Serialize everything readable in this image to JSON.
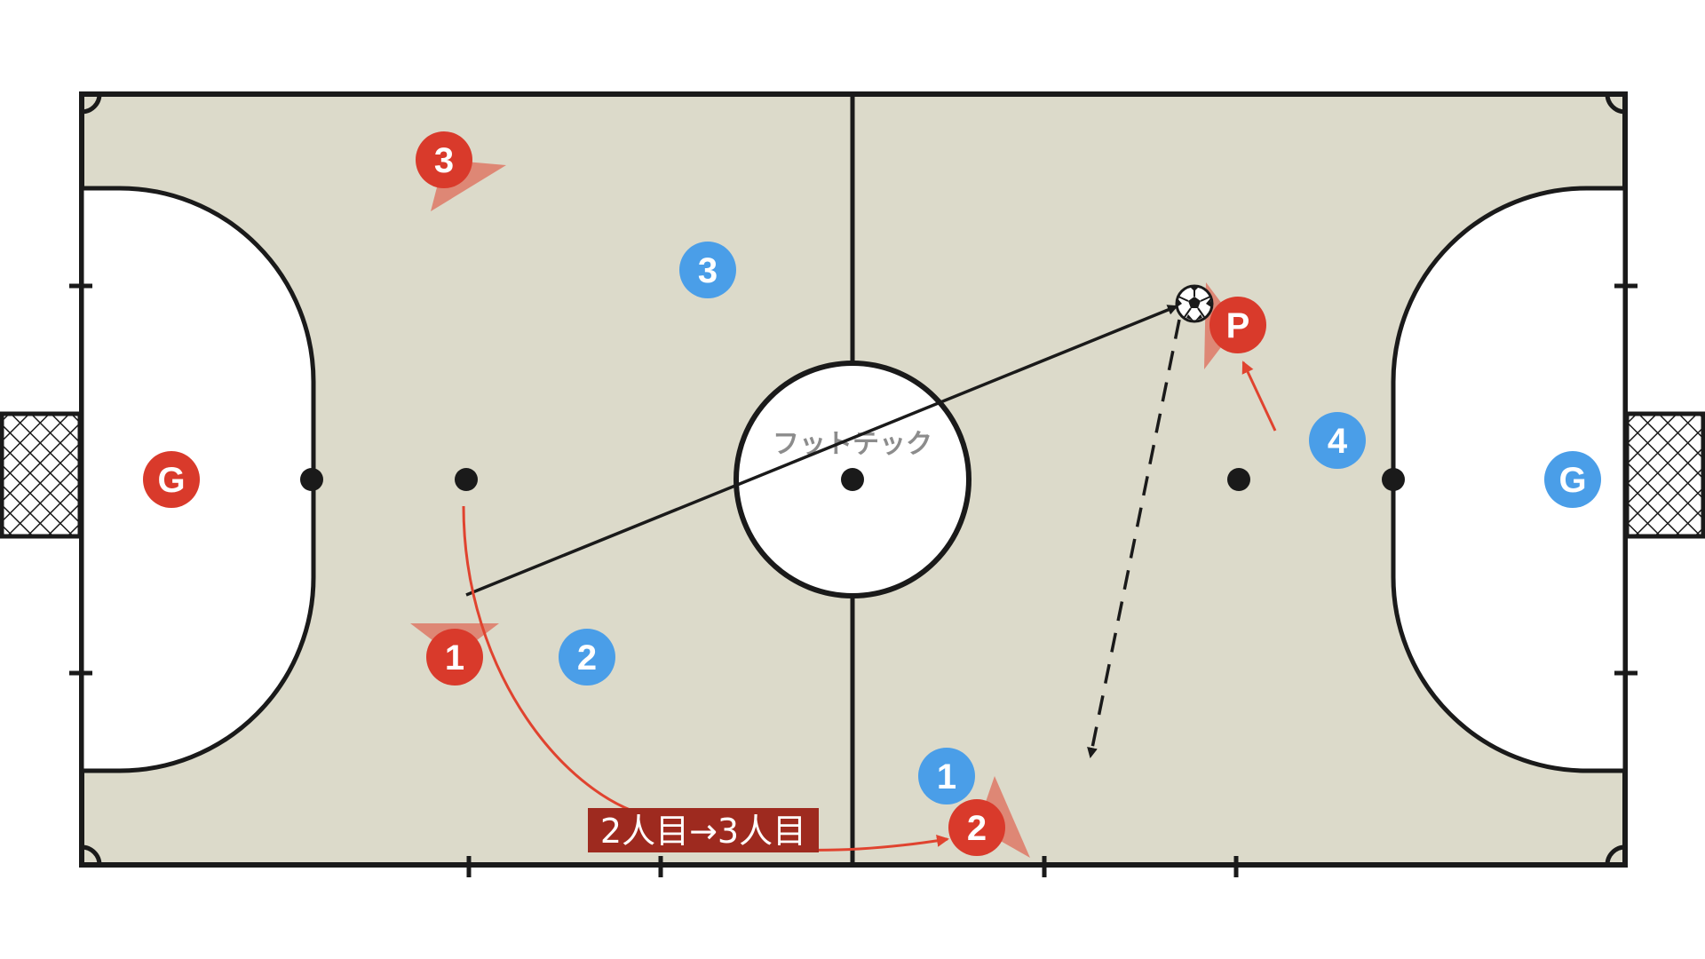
{
  "court_label": "フットテック",
  "play_caption": "2人目→3人目",
  "colors": {
    "court_fill": "#dcdaca",
    "line": "#1a1a1a",
    "red_team": "#d93a2b",
    "blue_team": "#4a9ee8",
    "caption_bg": "#9e2a1f",
    "move_arrow": "#e0432f"
  },
  "players": {
    "red": [
      {
        "id": "red-g",
        "label": "G"
      },
      {
        "id": "red-1",
        "label": "1"
      },
      {
        "id": "red-2",
        "label": "2"
      },
      {
        "id": "red-3",
        "label": "3"
      },
      {
        "id": "red-p",
        "label": "P"
      }
    ],
    "blue": [
      {
        "id": "blue-g",
        "label": "G"
      },
      {
        "id": "blue-1",
        "label": "1"
      },
      {
        "id": "blue-2",
        "label": "2"
      },
      {
        "id": "blue-3",
        "label": "3"
      },
      {
        "id": "blue-4",
        "label": "4"
      }
    ]
  },
  "ball_icon": "soccer-ball-icon",
  "goal_icon": "goal-net-icon"
}
